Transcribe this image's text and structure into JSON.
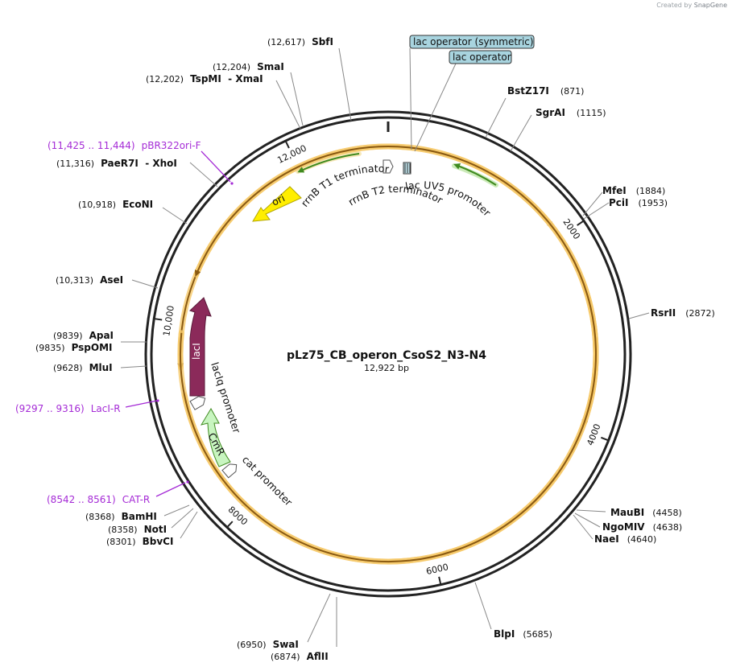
{
  "credit": {
    "prefix": "Created by",
    "brand": "SnapGene"
  },
  "plasmid": {
    "name": "pLz75_CB_operon_CsoS2_N3-N4",
    "size": "12,922 bp"
  },
  "ticks": [
    {
      "label": "2000",
      "bp": 2000
    },
    {
      "label": "4000",
      "bp": 4000
    },
    {
      "label": "6000",
      "bp": 6000
    },
    {
      "label": "8000",
      "bp": 8000
    },
    {
      "label": "10,000",
      "bp": 10000
    },
    {
      "label": "12,000",
      "bp": 12000
    }
  ],
  "sites": [
    {
      "name": "SbfI",
      "pos": "(12,617)"
    },
    {
      "name": "SmaI",
      "pos": "(12,204)"
    },
    {
      "name": "TspMI  - XmaI",
      "pos": "(12,202)"
    },
    {
      "name": "PaeR7I  - XhoI",
      "pos": "(11,316)"
    },
    {
      "name": "EcoNI",
      "pos": "(10,918)"
    },
    {
      "name": "AseI",
      "pos": "(10,313)"
    },
    {
      "name": "ApaI",
      "pos": "(9839)"
    },
    {
      "name": "PspOMI",
      "pos": "(9835)"
    },
    {
      "name": "MluI",
      "pos": "(9628)"
    },
    {
      "name": "BamHI",
      "pos": "(8368)"
    },
    {
      "name": "NotI",
      "pos": "(8358)"
    },
    {
      "name": "BbvCI",
      "pos": "(8301)"
    },
    {
      "name": "SwaI",
      "pos": "(6950)"
    },
    {
      "name": "AflII",
      "pos": "(6874)"
    },
    {
      "name": "BlpI",
      "pos": "(5685)"
    },
    {
      "name": "MauBI",
      "pos": "(4458)"
    },
    {
      "name": "NgoMIV",
      "pos": "(4638)"
    },
    {
      "name": "NaeI",
      "pos": "(4640)"
    },
    {
      "name": "RsrII",
      "pos": "(2872)"
    },
    {
      "name": "MfeI",
      "pos": "(1884)"
    },
    {
      "name": "PciI",
      "pos": "(1953)"
    },
    {
      "name": "BstZ17I",
      "pos": "(871)"
    },
    {
      "name": "SgrAI",
      "pos": "(1115)"
    }
  ],
  "primers": [
    {
      "name": "pBR322ori-F",
      "range": "(11,425 .. 11,444)"
    },
    {
      "name": "LacI-R",
      "range": "(9297 .. 9316)"
    },
    {
      "name": "CAT-R",
      "range": "(8542 .. 8561)"
    }
  ],
  "boxed_labels": [
    "lac operator (symmetric)",
    "lac operator"
  ],
  "features": {
    "ori": "ori",
    "laci": "lacI",
    "cmr": "CmR",
    "rrnb_t1": "rrnB T1 terminator",
    "rrnb_t2": "rrnB T2 terminator",
    "lac_uv5": "lac UV5 promoter",
    "laciq": "lacIq promoter",
    "cat": "cat promoter"
  },
  "colors": {
    "backbone": "#222222",
    "orf_arrow": "#8a5a12",
    "orf_glow": "#f6c96a",
    "terminator_arrow": "#3f8a1f",
    "ori": "#ffee00",
    "laci": "#8b2a5a",
    "cmr": "#c8f5c0",
    "primer": "#a52bd6",
    "boxed_label_bg": "#a8d4df"
  }
}
